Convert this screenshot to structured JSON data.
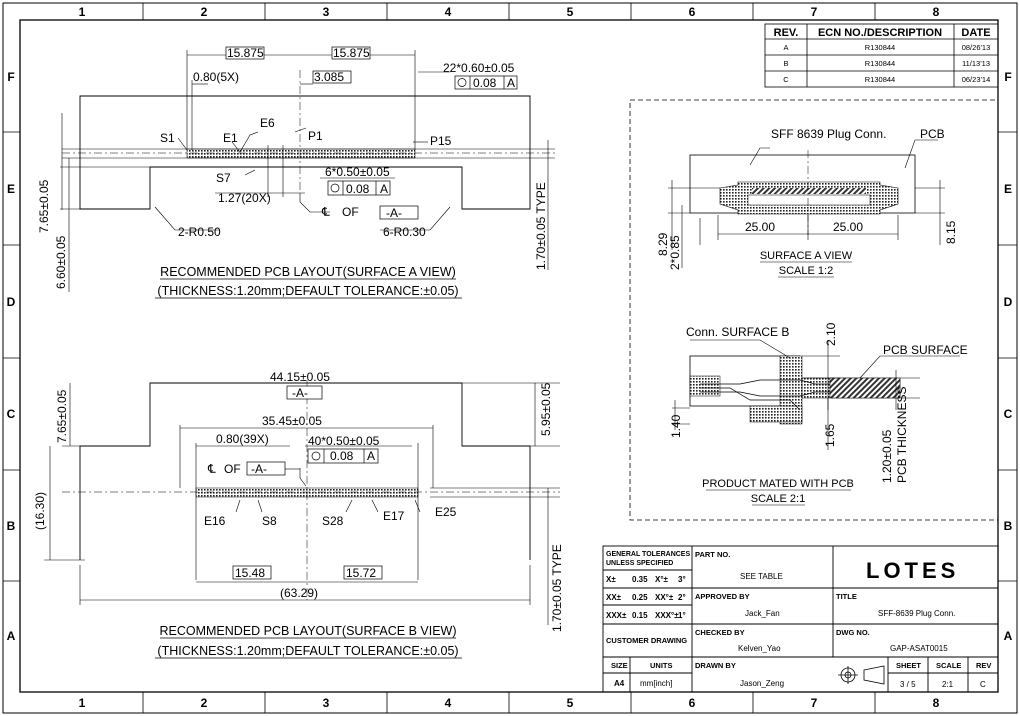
{
  "frame": {
    "col_labels": [
      "1",
      "2",
      "3",
      "4",
      "5",
      "6",
      "7",
      "8"
    ],
    "row_labels": [
      "F",
      "E",
      "D",
      "C",
      "B",
      "A"
    ]
  },
  "revision_table": {
    "headers": {
      "rev": "REV.",
      "ecn": "ECN NO./DESCRIPTION",
      "date": "DATE"
    },
    "rows": [
      {
        "rev": "A",
        "ecn": "R130844",
        "date": "08/26'13"
      },
      {
        "rev": "B",
        "ecn": "R130844",
        "date": "11/13'13"
      },
      {
        "rev": "C",
        "ecn": "R130844",
        "date": "06/23'14"
      }
    ]
  },
  "view_a": {
    "dims": {
      "d15875_left": "15.875",
      "d15875_right": "15.875",
      "d080_5x": "0.80(5X)",
      "d3085": "3.085",
      "d22x060": "22*0.60±0.05",
      "d008": "0.08",
      "d008_datum": "A",
      "s1": "S1",
      "e1": "E1",
      "e6": "E6",
      "p1": "P1",
      "p15": "P15",
      "s7": "S7",
      "d6x050": "6*0.50±0.05",
      "d008b": "0.08",
      "d008b_datum": "A",
      "d127": "1.27(20X)",
      "cl_of": "OF",
      "datum_a": "-A-",
      "r050": "2-R0.50",
      "r030": "6-R0.30",
      "v765": "7.65±0.05",
      "v660": "6.60±0.05",
      "v170": "1.70±0.05 TYPE"
    },
    "caption_1": "RECOMMENDED PCB LAYOUT(SURFACE A VIEW)",
    "caption_2": "(THICKNESS:1.20mm;DEFAULT TOLERANCE:±0.05)"
  },
  "view_b": {
    "dims": {
      "d4415": "44.15±0.05",
      "datum_a": "-A-",
      "d3545": "35.45±0.05",
      "d080_39x": "0.80(39X)",
      "d40x050": "40*0.50±0.05",
      "d008": "0.08",
      "d008_datum": "A",
      "cl_of": "OF",
      "datum_a2": "-A-",
      "e16": "E16",
      "s8": "S8",
      "s28": "S28",
      "e17": "E17",
      "e25": "E25",
      "d1548": "15.48",
      "d1572": "15.72",
      "d6329": "(63.29)",
      "v765": "7.65±0.05",
      "v1630": "(16.30)",
      "v595": "5.95±0.05",
      "v170": "1.70±0.05 TYPE"
    },
    "caption_1": "RECOMMENDED PCB LAYOUT(SURFACE B VIEW)",
    "caption_2": "(THICKNESS:1.20mm;DEFAULT TOLERANCE:±0.05)"
  },
  "detail": {
    "top": {
      "label_plug": "SFF 8639 Plug Conn.",
      "label_pcb": "PCB",
      "d2500_left": "25.00",
      "d2500_right": "25.00",
      "v829": "8.29",
      "v2x085": "2*0.85",
      "v815": "8.15",
      "caption_1": "SURFACE A VIEW",
      "caption_2": "SCALE 1:2"
    },
    "bottom": {
      "label_conn": "Conn. SURFACE B",
      "label_pcb": "PCB SURFACE",
      "v210": "2.10",
      "v140": "1.40",
      "v165": "1.65",
      "v120": "1.20±0.05",
      "v_thick": "PCB THICKNESS",
      "caption_1": "PRODUCT MATED WITH PCB",
      "caption_2": "SCALE 2:1"
    }
  },
  "title_block": {
    "gen_tol_1": "GENERAL TOLERANCES",
    "gen_tol_2": "UNLESS SPECIFIED",
    "tol_rows": [
      {
        "k": "X±",
        "v": "0.35",
        "ak": "X°±",
        "av": "3°"
      },
      {
        "k": "XX±",
        "v": "0.25",
        "ak": "XX°±",
        "av": "2°"
      },
      {
        "k": "XXX±",
        "v": "0.15",
        "ak": "XXX°±",
        "av": "1°"
      }
    ],
    "part_no_label": "PART NO.",
    "part_no": "SEE TABLE",
    "logo": "LOTES",
    "approved_label": "APPROVED BY",
    "approved": "Jack_Fan",
    "title_label": "TITLE",
    "title": "SFF-8639  Plug Conn.",
    "customer_label": "CUSTOMER DRAWING",
    "checked_label": "CHECKED BY",
    "checked": "Kelven_Yao",
    "dwg_label": "DWG NO.",
    "dwg": "GAP-ASAT0015",
    "size_label": "SIZE",
    "size": "A4",
    "units_label": "UNITS",
    "units": "mm[inch]",
    "drawn_label": "DRAWN BY",
    "drawn": "Jason_Zeng",
    "sheet_label": "SHEET",
    "sheet": "3 / 5",
    "scale_label": "SCALE",
    "scale": "2:1",
    "rev_label": "REV",
    "rev": "C"
  },
  "colors": {
    "ink": "#000000",
    "hatch": "#444444",
    "paper": "#ffffff"
  }
}
